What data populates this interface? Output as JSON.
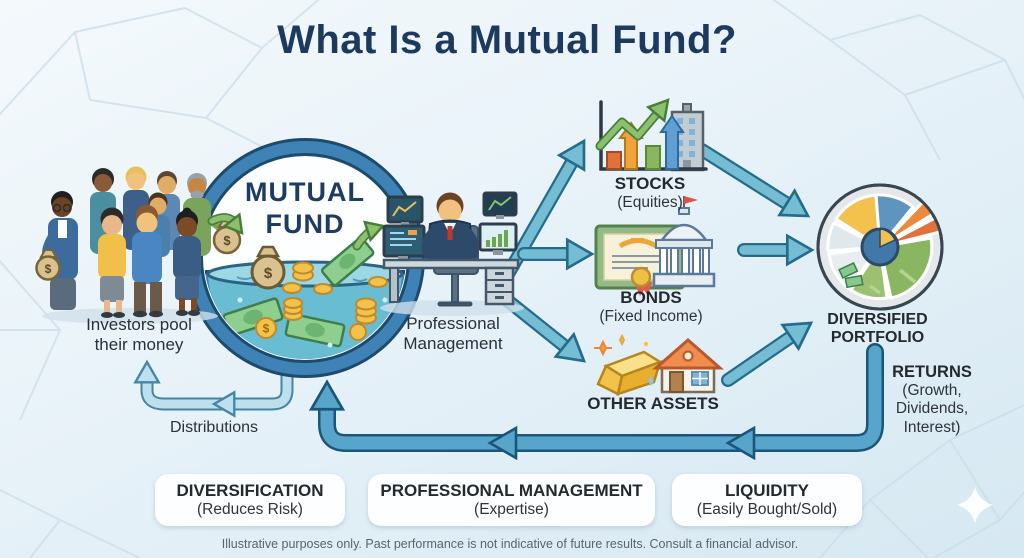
{
  "title": "What Is a Mutual Fund?",
  "fund_circle": {
    "line1": "MUTUAL",
    "line2": "FUND"
  },
  "investors": {
    "line1": "Investors pool",
    "line2": "their money"
  },
  "management": {
    "line1": "Professional",
    "line2": "Management"
  },
  "assets": {
    "stocks": {
      "title": "STOCKS",
      "subtitle": "(Equities)"
    },
    "bonds": {
      "title": "BONDS",
      "subtitle": "(Fixed Income)"
    },
    "other_assets": {
      "title": "OTHER ASSETS"
    }
  },
  "portfolio": {
    "line1": "DIVERSIFIED",
    "line2": "PORTFOLIO"
  },
  "returns": {
    "title": "RETURNS",
    "line1": "(Growth,",
    "line2": "Dividends,",
    "line3": "Interest)"
  },
  "distributions": {
    "label": "Distributions"
  },
  "benefits": [
    {
      "title": "DIVERSIFICATION",
      "subtitle": "(Reduces Risk)"
    },
    {
      "title": "PROFESSIONAL MANAGEMENT",
      "subtitle": "(Expertise)"
    },
    {
      "title": "LIQUIDITY",
      "subtitle": "(Easily Bought/Sold)"
    }
  ],
  "footer": "Illustrative purposes only. Past performance is not indicative of future results. Consult a financial advisor.",
  "symbols": {
    "dollar": "$"
  },
  "colors": {
    "title_navy": "#1d3a5e",
    "ring_blue": "#3f82b5",
    "water_teal": "#68bdd2",
    "arrow_teal": "#74bdd3",
    "arrow_outline": "#256b8e",
    "return_blue": "#57a5ca",
    "distribution_pale": "#bedfec",
    "green_arrow": "#8cc06e",
    "gold": "#f2c14e",
    "card_white": "#fcfeff"
  }
}
